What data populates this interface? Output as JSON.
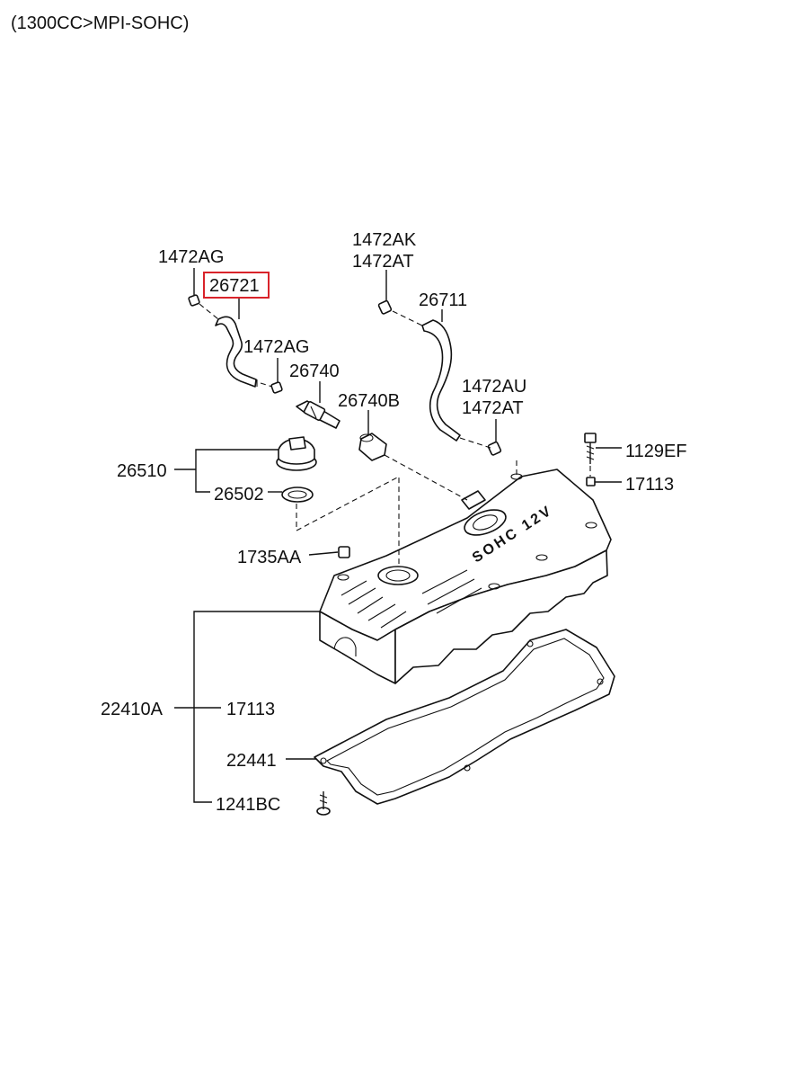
{
  "header": {
    "title": "(1300CC>MPI-SOHC)"
  },
  "labels": {
    "p1472AG_top": "1472AG",
    "p26721": "26721",
    "p1472AG_mid": "1472AG",
    "p26740": "26740",
    "p26740B": "26740B",
    "p1472AK": "1472AK",
    "p1472AT_top": "1472AT",
    "p26711": "26711",
    "p1472AU": "1472AU",
    "p1472AT_mid": "1472AT",
    "p1129EF": "1129EF",
    "p17113_right": "17113",
    "p26510": "26510",
    "p26502": "26502",
    "p1735AA": "1735AA",
    "p22410A": "22410A",
    "p17113_left": "17113",
    "p22441": "22441",
    "p1241BC": "1241BC"
  },
  "cover_marking": "SOHC 12V",
  "highlight": {
    "part": "26721",
    "color": "#d9232a"
  }
}
